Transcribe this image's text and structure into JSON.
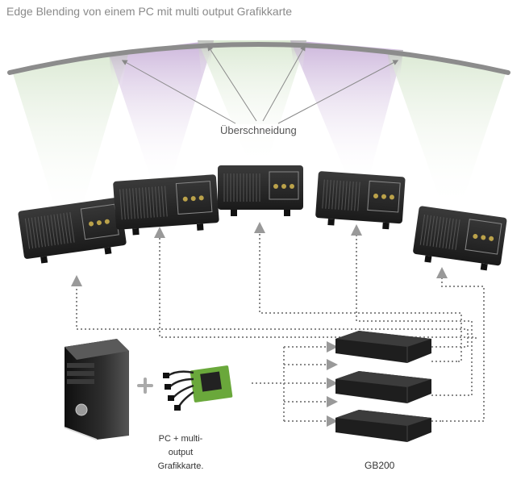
{
  "title": "Edge Blending von einem PC mit multi output Grafikkarte",
  "overlap_label": "Überschneidung",
  "pc_label_lines": [
    "PC + multi-",
    "output",
    "Grafikkarte."
  ],
  "switch_label": "GB200",
  "colors": {
    "green_beam": "#e2ecdc",
    "purple_beam": "#d9c7e3",
    "overlap": "#cfcfcf",
    "screen": "#8c8c8c",
    "device": "#2b2b2b",
    "dotted": "#888888"
  }
}
